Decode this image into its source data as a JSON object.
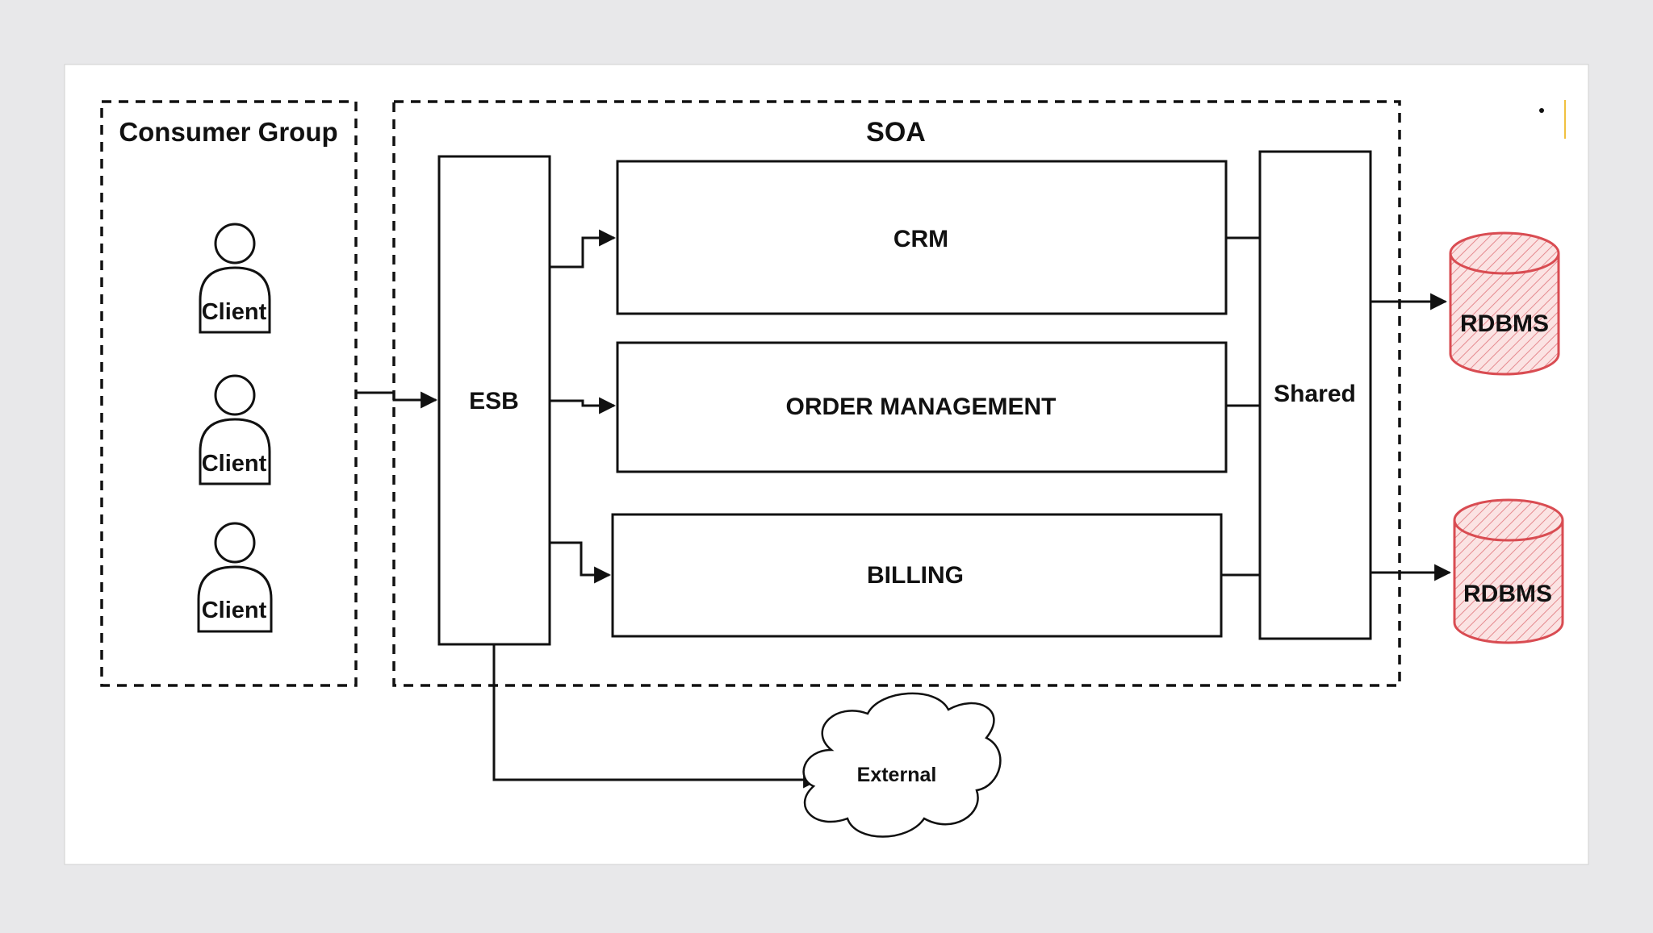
{
  "diagram": {
    "consumer_group": {
      "title": "Consumer Group",
      "clients": [
        "Client",
        "Client",
        "Client"
      ]
    },
    "soa": {
      "title": "SOA",
      "esb": "ESB",
      "services": [
        "CRM",
        "ORDER MANAGEMENT",
        "BILLING"
      ],
      "shared": "Shared"
    },
    "databases": [
      "RDBMS",
      "RDBMS"
    ],
    "external": "External",
    "colors": {
      "stroke": "#111111",
      "database_stroke": "#d94c52",
      "database_fill": "#f6d3d3",
      "canvas": "#ffffff",
      "backdrop": "#e8e8ea"
    }
  }
}
